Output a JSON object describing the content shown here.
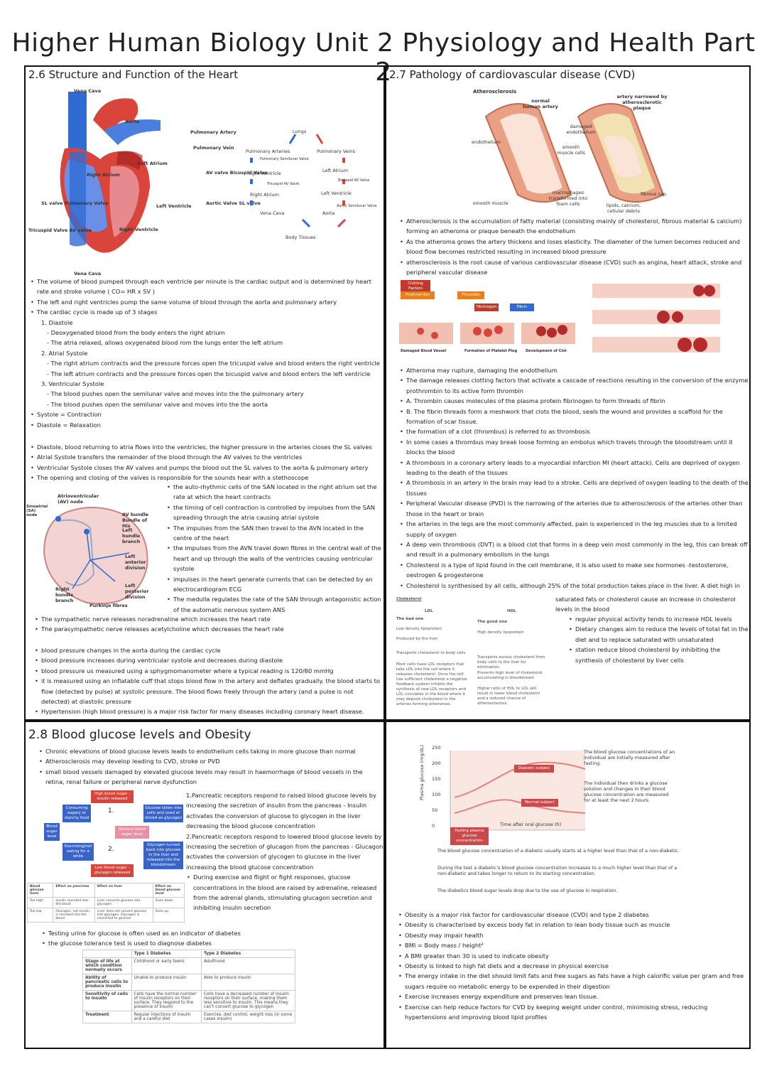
{
  "title": "Higher Human Biology Unit 2 Physiology and Health Part 2",
  "colors": {
    "red": "#d9453b",
    "blue": "#2f6bd3",
    "pink": "#e78a8f",
    "darkred": "#9c1c20",
    "tan": "#f3d7b7"
  },
  "s26": {
    "title": "2.6 Structure and Function of the Heart",
    "heart_labels": [
      "Vena Cava",
      "Aorta",
      "Pulmonary Artery",
      "Pulmonary Vein",
      "Left Atrium",
      "Right Atrium",
      "AV valve Bicuspid Valve",
      "Aortic Valve SL valve",
      "SL valve Pulmonary Valve",
      "Left Ventricle",
      "Right Ventricle",
      "Tricuspid Valve AV valve",
      "Vena Cava"
    ],
    "flow_labels": [
      "Lungs",
      "Pulmonary Arteries",
      "Pulmonary Veins",
      "Pulmonary Semilunar Valve",
      "Right Ventricle",
      "Left Atrium",
      "Tricuspid AV Valve",
      "Bicuspid AV Valve",
      "Right Atrium",
      "Left Ventricle",
      "Aortic Semilunar Valve",
      "Vena Cava",
      "Aorta",
      "Body Tissues"
    ],
    "bullets": [
      {
        "t": "The volume of blood pumped through each ventricle per minute is the cardiac output and is determined by heart rate and stroke volume ( CO= HR x SV )",
        "c": "b"
      },
      {
        "t": "The left and right ventricles pump the same volume of blood through the aorta and pulmonary artery",
        "c": "b"
      },
      {
        "t": "The cardiac cycle is made up of 3 stages",
        "c": "b"
      },
      {
        "t": "1. Diastole",
        "c": "sub"
      },
      {
        "t": "- Deoxygenated blood from the body enters the right atrium",
        "c": "sub2"
      },
      {
        "t": "- The atria relaxed, allows oxygenated blood rom the lungs enter the left atrium",
        "c": "sub2"
      },
      {
        "t": "2. Atrial Systole",
        "c": "sub"
      },
      {
        "t": "- The right atrium contracts and the pressure forces open the tricuspid valve and blood enters the right ventricle",
        "c": "sub2"
      },
      {
        "t": "- The left atrium contracts and the pressure forces open the bicuspid valve and blood enters the left ventricle",
        "c": "sub2"
      },
      {
        "t": "3. Ventricular Systole",
        "c": "sub"
      },
      {
        "t": "- The blood pushes open the semilunar valve and moves into the the pulmonary artery",
        "c": "sub2"
      },
      {
        "t": "- The blood pushes open the semilunar valve and moves into the the aorta",
        "c": "sub2"
      },
      {
        "t": "Systole = Contraction",
        "c": "b"
      },
      {
        "t": "Diastole = Relaxation",
        "c": "b"
      }
    ],
    "bullets2": [
      "Diastole, blood returning to atria flows into the ventricles, the higher pressure in the arteries closes the SL valves",
      "Atrial Systole transfers the remainder of the blood through the AV valves to the ventricles",
      "Ventricular Systole closes the AV valves and pumps the blood out the SL valves to the aorta & pulmonary artery",
      "The opening and closing of the valves is responsible for the sounds hear with a stethoscope"
    ],
    "cond_labels": [
      "Atrioventricular (AV) node",
      "Sinoatrial (SA) node",
      "AV bundle Bundle of His",
      "Left bundle branch",
      "Left anterior division",
      "Left posterior division",
      "Right bundle branch",
      "Purkinje fibres"
    ],
    "cond_bullets": [
      "the auto-rhythmic cells of the SAN located in the right atrium set the rate at which the heart contracts",
      "the timing of cell contraction is controlled by impulses from the SAN spreading through the atria causing atrial systole",
      "The impulses from the SAN then travel to the AVN located in the centre of the heart",
      "the impulses from the AVN travel down fibres in the central wall of the heart and up through the walls of the ventricles causing ventricular systole",
      "impulses in the heart generate currents that can be detected by an electrocardiogram ECG",
      "The medulla regulates the rate of the SAN through antagonistic action of the automatic nervous system ANS"
    ],
    "bullets3": [
      "The sympathetic nerve releases noradrenaline which increases the heart rate",
      "The parasympathetic nerve releases acetylcholine which decreases the heart rate"
    ],
    "bullets4": [
      "blood pressure changes in the aorta during the cardiac cycle",
      "blood pressure increases during ventricular systole and decreases during diastole",
      "blood pressure us measured using a sphygmomanometer where a typical reading is 120/80 mmHg",
      "it is measured using an inflatable cuff that stops blood flow in the artery and deflates gradually. the blood starts to flow (detected by pulse) at systolic pressure. The blood flows freely through the artery (and a pulse is not detected) at diastolic pressure",
      "Hypertension (high blood pressure) is a major risk factor for many diseases including coronary heart disease."
    ]
  },
  "s27": {
    "title": "2.7 Pathology of cardiovascular disease (CVD)",
    "ath_labels": [
      "Atherosclerosis",
      "normal human artery",
      "artery narrowed by atherosclerotic plaque",
      "damaged endothelium",
      "endothelium",
      "smooth muscle cells",
      "fibrous cap",
      "smooth muscle",
      "macrophages transformed into foam cells",
      "lipids, calcium, cellular debris"
    ],
    "bullets": [
      "Atherosclerosis is the accumulation of fatty material (consisting mainly of cholesterol, fibrous material & calcium) forming an atheroma or plaque beneath the endothelium",
      "As the atheroma grows the artery thickens and loses elasticity. The diameter of the lumen becomes reduced and blood flow becomes restricted resulting in increased blood pressure",
      "atherosclerosis is the root cause of various cardiovascular disease (CVD) such as angina, heart attack, stroke and peripheral vascular disease"
    ],
    "clot_labels": [
      "Clotting Factors",
      "Prothrombin",
      "Thrombin",
      "Fibrinogen",
      "Fibrin",
      "Damaged Blood Vessel",
      "Formation of Platelet Plug",
      "Development of Clot"
    ],
    "bullets2": [
      "Atheroma may rupture, damaging the endothelium",
      "The damage releases clotting factors that activate a cascade of reactions resulting in the conversion of the enzyme prothrombin to its active form thrombin",
      "A. Thrombin causes molecules of the plasma protein fibrinogen to form threads of fibrin",
      "B. The fibrin threads form a meshwork that clots the blood, seals the wound and provides a scaffold for the formation of scar tissue.",
      "the formation of a clot (thrombus) is referred to as thrombosis",
      "In some cases a thrombus may break loose forming an embolus which travels through the bloodstream until it blocks the blood",
      "A thrombosis in a coronary artery leads to a myocardial infarction MI (heart attack). Cells are deprived of oxygen leading to the death of the tissues",
      "A thrombosis in an artery in the brain may lead to a stroke. Cells are deprived of oxygen leading to the death of the tissues",
      "Peripheral Vascular disease (PVD) is the narrowing of the arteries due to atherosclerosis of the arteries other than those in the heart or brain",
      "the arteries in the legs are the most commonly affected, pain is experienced in the leg muscles due to a limited supply of oxygen",
      "A deep vein thrombosis (DVT) is a blood clot that forms in a deep vein most commonly in the leg, this can break off and result in a pulmonary embolism in the lungs",
      "Cholesterol is a type of lipid found in the cell membrane, it is also used to make sex hormones -testosterone, oestrogen & progesterone",
      "Cholesterol is synthesised by all cells, although 25% of the total production takes place in the liver. A diet high in"
    ],
    "chol_cont": "saturated fats or cholesterol cause an increase in cholesterol levels in the blood",
    "chol_bullets": [
      "regular physical activity tends to increase HDL levels",
      "Dietary changes aim to reduce the levels of total fat in the diet and to replace saturated with unsaturated",
      "station reduce blood cholesterol by inhibiting the synthesis of cholesterol by liver cells"
    ],
    "ldl": {
      "head": "Cholesterol",
      "ldl": "LDL",
      "hdl": "HDL",
      "bad": "The bad one",
      "good": "The good one",
      "ldl_full": "Low density lipoprotein",
      "hdl_full": "High density lipoprotein",
      "liver": "Produced by the liver",
      "ldl_t": "Transports cholesterol to body cells",
      "hdl_t": "Transports excess cholesterol from body cells to the liver for elimination.",
      "ldl_d": "Most cells have LDL receptors that take LDL into the cell where it releases cholesterol. Once the cell has sufficient cholesterol a negative feedback system inhibits the synthesis of new LDL receptors and LDL circulates in the blood where it may deposit cholesterol in the arteries forming atheromas.",
      "hdl_d": "Prevents high level of cholesterol accumulating in bloodstream",
      "ratio": "Higher ratio of HDL to LDL will result in lower blood cholesterol and a reduced chance of atherosclerosis."
    }
  },
  "s28": {
    "title": "2.8 Blood glucose levels and Obesity",
    "bullets": [
      "Chronic elevations of blood glucose levels leads to endothelium cells taking in more glucose than normal",
      "Atherosclerosis may develop leading to CVD, stroke or PVD",
      "small blood vessels damaged by elevated glucose levels may result in haemorrhage of blood vessels in the retina, renal failure or peripheral nerve dysfunction"
    ],
    "feedback": [
      "High blood sugar - insulin released",
      "Consuming sugary or starchy food",
      "Glucose taken into cells and used or stored as glycogen",
      "Optimal blood sugar level",
      "Blood sugar level",
      "Exercising/not eating for a while",
      "Glycogen turned back into glucose in the liver and released into the bloodstream",
      "Low blood sugar - glucagon released"
    ],
    "ctrl": [
      "1.Pancreatic receptors respond to raised blood glucose levels by increasing the secretion of insulin from the pancreas - Insulin activates the conversion of glucose to glycogen in the liver decreasing the blood glucose concentration",
      "2.Pancreatic receptors respond to lowered blood glucose levels by increasing the secretion of glucagon from the pancreas - Glucagon activates the conversion of glycogen to glucose in the liver increasing the blood glucose concentration"
    ],
    "exercise": "During exercise and flight or fight responses, glucose concentrations in the blood are raised by adrenaline, released from the adrenal glands, stimulating glucagon secretion and inhibiting insulin secretion",
    "mini": {
      "h": [
        "Blood glucose level",
        "Effect on pancreas",
        "Effect on liver",
        "Effect on blood glucose level"
      ],
      "r1": [
        "Too high",
        "Insulin secreted into the blood",
        "Liver converts glucose into glycogen",
        "Goes down"
      ],
      "r2": [
        "Too low",
        "Glucagon, not insulin, is secreted into the blood",
        "Liver does not convert glucose into glycogen. Glycogen is converted to glucose",
        "Goes up"
      ]
    },
    "bullets2": [
      "Testing urine for glucose is often used as an indicator of diabetes",
      "the glucose tolerance test is used to diagnose diabetes"
    ],
    "table": {
      "h": [
        "",
        "Type 1 Diabetes",
        "Type 2 Diabetes"
      ],
      "rows": [
        [
          "Stage of life at which condition normally occurs",
          "Childhood or early teens",
          "Adulthood"
        ],
        [
          "Ability of pancreatic cells to produce insulin",
          "Unable to produce insulin",
          "Able to produce insulin"
        ],
        [
          "Sensitivity of cells to insulin",
          "Cells have the normal number of insulin receptors on their surface. They respond to the presence of insulin",
          "Cells have a decreased number of insulin receptors on their surface, making them less sensitive to insulin. This means they can't convert glucose to glycogen"
        ],
        [
          "Treatment",
          "Regular injections of insulin and a careful diet",
          "Exercise, diet control, weight loss (in some cases insulin)"
        ]
      ]
    },
    "graph": {
      "ylabel": "Plasma glucose (mg/dL)",
      "xlabel": "Time after oral glucose (h)",
      "yticks": [
        "250",
        "200",
        "150",
        "100",
        "50",
        "0"
      ],
      "diab": "Diabetic subject",
      "norm": "Normal subject",
      "fast": "Fasting plasma glucose concentration"
    },
    "graph_notes": [
      "The blood glucose concentrations of an individual are initially measured after fasting.",
      "The individual then drinks a glucose solution and changes in their blood glucose concentration are measured for at least the next 2 hours."
    ],
    "graph_caps": [
      "The blood glucose concentration of a diabetic usually starts at a higher level than that of a non-diabetic.",
      "During the test a diabetic's blood glucose concentration increases to a much higher level than that of a non-diabetic and takes longer to return to its starting concentration.",
      "The diabetics blood sugar levels drop due to the use of glucose in respiration."
    ],
    "obesity": [
      "Obesity is a major risk factor for cardiovascular disease (CVD) and type 2 diabetes",
      "Obesity is characterised by excess body fat in relation to lean body tissue such as muscle",
      "Obesity may impair health",
      "BMI = Body mass / height²",
      "A BMI greater than 30 is used to indicate obesity",
      "Obesity is linked to high fat diets and a decrease in physical exercise",
      "The energy intake in the diet should limit fats and free sugars as fats have a high calorific value per gram and free sugars require no metabolic energy to be expended in their digestion",
      "Exercise increases energy expenditure and preserves lean tissue.",
      "Exercise can help reduce factors for CVD by keeping weight under control, minimising stress, reducing hypertensions and improving blood lipid profiles"
    ]
  }
}
